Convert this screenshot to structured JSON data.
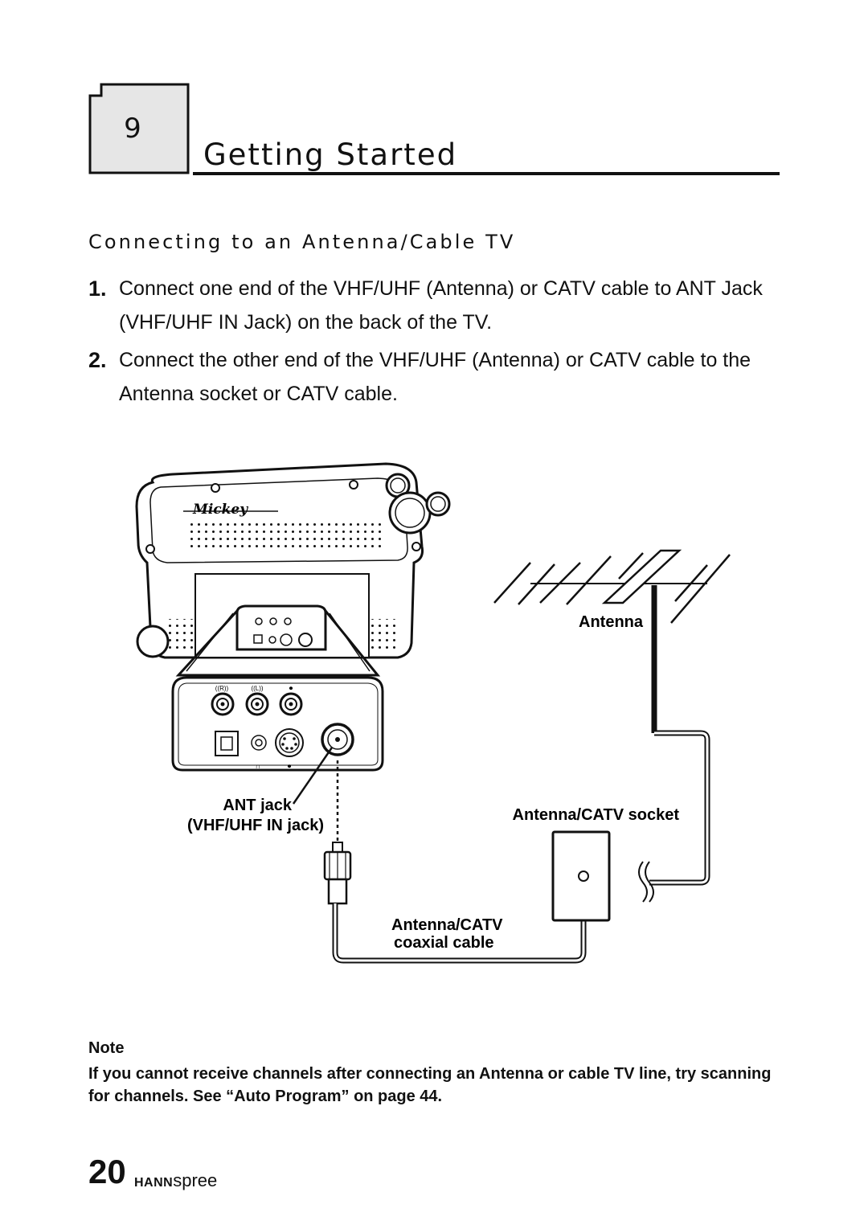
{
  "chapter": {
    "number": "9",
    "title": "Getting Started"
  },
  "section": {
    "title": "Connecting to an Antenna/Cable TV"
  },
  "steps": [
    {
      "number": "1.",
      "text": "Connect one end of the VHF/UHF (Antenna) or CATV cable to ANT Jack (VHF/UHF IN Jack) on the back of the TV."
    },
    {
      "number": "2.",
      "text": "Connect the other end of the VHF/UHF (Antenna) or CATV cable to the Antenna socket or CATV cable."
    }
  ],
  "diagram": {
    "brand_script": "Mickey",
    "labels": {
      "antenna": "Antenna",
      "ant_jack": "ANT jack",
      "vhf_uhf_in_jack": "(VHF/UHF IN jack)",
      "socket": "Antenna/CATV socket",
      "coax_line1": "Antenna/CATV",
      "coax_line2": "coaxial cable"
    }
  },
  "note": {
    "label": "Note",
    "text": "If you cannot receive channels after connecting an Antenna or cable TV line, try scanning for channels. See “Auto Program” on page 44."
  },
  "footer": {
    "page_number": "20",
    "brand_bold": "HANN",
    "brand_light": "spree"
  }
}
